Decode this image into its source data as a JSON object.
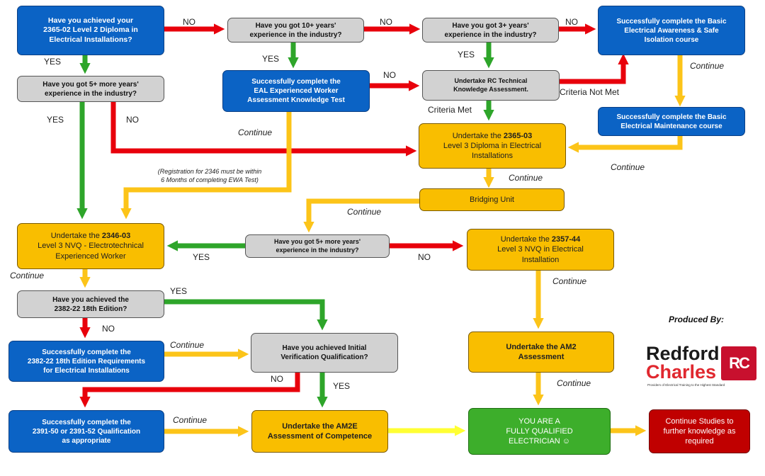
{
  "boxes": {
    "b1": "Have you achieved your\n2365-02 Level 2 Diploma in\nElectrical Installations?",
    "b2": "Have you got 10+ years'\nexperience in the industry?",
    "b3": "Have you got 3+ years'\nexperience in the industry?",
    "b4": "Successfully complete the Basic\nElectrical Awareness & Safe\nIsolation course",
    "b5": "Have you got 5+ more years'\nexperience in the industry?",
    "b6": "Successfully complete the\nEAL Experienced Worker\nAssessment Knowledge Test",
    "b7": "Undertake RC Technical\nKnowledge Assessment.",
    "b8": "Successfully complete the Basic\nElectrical Maintenance course",
    "b9_pre": "Undertake the ",
    "b9_bold": "2365-03",
    "b9_rest": "Level 3 Diploma in Electrical\nInstallations",
    "b10": "Bridging Unit",
    "b11_pre": "Undertake the ",
    "b11_bold": "2346-03",
    "b11_rest": "Level 3 NVQ -  Electrotechnical\nExperienced Worker",
    "b12": "Have you got 5+ more years'\nexperience in the industry?",
    "b13_pre": "Undertake the ",
    "b13_bold": "2357-44",
    "b13_rest": "Level 3 NVQ in Electrical\nInstallation",
    "b14": "Have you achieved the\n2382-22 18th Edition?",
    "b15": "Successfully complete the\n2382-22 18th Edition Requirements\nfor Electrical Installations",
    "b16": "Have you achieved Initial\nVerification Qualification?",
    "b17": "Undertake the AM2\nAssessment",
    "b18": "Successfully complete the\n2391-50 or 2391-52 Qualification\nas appropriate",
    "b19": "Undertake the AM2E\nAssessment of Competence",
    "b20": "YOU ARE A\nFULLY QUALIFIED\nELECTRICIAN ☺",
    "b21": "Continue Studies to\nfurther knowledge as\nrequired"
  },
  "labels": {
    "no1": "NO",
    "no2": "NO",
    "no3": "NO",
    "yes1": "YES",
    "yes2": "YES",
    "yes3": "YES",
    "no_b5": "NO",
    "yes_b5": "YES",
    "no_b6": "NO",
    "criteria_not_met": "Criteria Not Met",
    "criteria_met": "Criteria Met",
    "cont_b4": "Continue",
    "cont_b6": "Continue",
    "cont_b8": "Continue",
    "cont_b9": "Continue",
    "cont_b10": "Continue",
    "yes_b12": "YES",
    "no_b12": "NO",
    "cont_b11": "Continue",
    "cont_b13": "Continue",
    "yes_b14": "YES",
    "no_b14": "NO",
    "cont_b15": "Continue",
    "no_b16": "NO",
    "yes_b16": "YES",
    "cont_b17": "Continue",
    "cont_b18": "Continue",
    "note": "(Registration for 2346 must be within\n6 Months of completing EWA Test)"
  },
  "logo": {
    "produced_by": "Produced By:",
    "line1": "Redford",
    "line2": "Charles",
    "monogram": "RC",
    "tagline": "Providers of Electrical Training to the Highest Standard"
  },
  "colors": {
    "blue": "#0B63C5",
    "grey": "#D2D2D2",
    "orange": "#F9BE00",
    "green": "#3DAE2B",
    "red": "#C00000",
    "arrow_red": "#E8000B",
    "arrow_green": "#2EA52A",
    "arrow_orange": "#FCC419",
    "arrow_yellow": "#FFFF33"
  }
}
